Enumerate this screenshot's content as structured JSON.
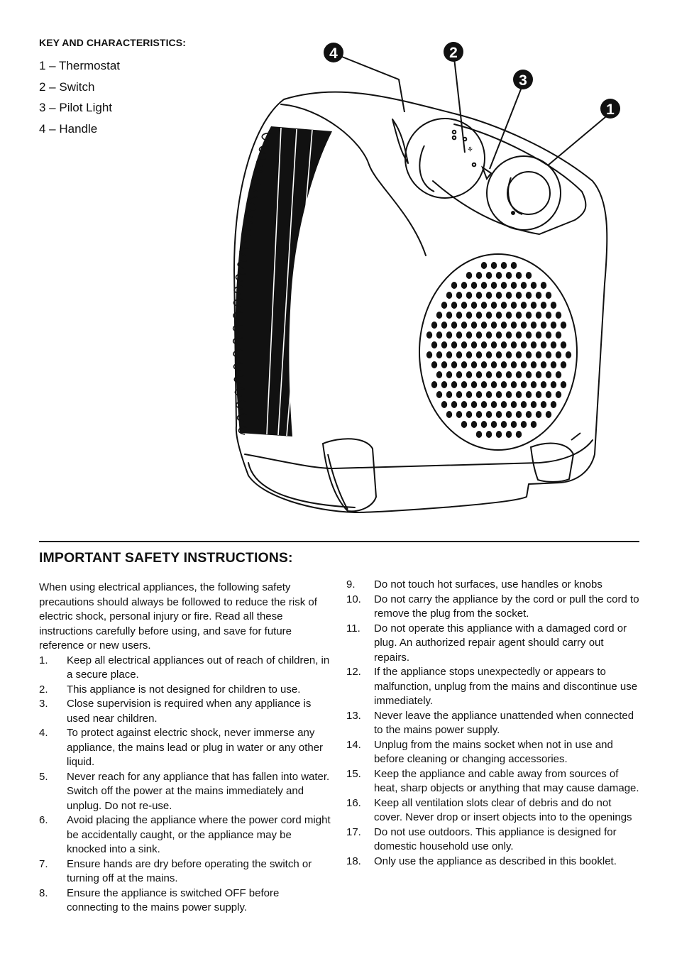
{
  "key": {
    "heading": "KEY AND CHARACTERISTICS:",
    "items": [
      "1 – Thermostat",
      "2 – Switch",
      "3 – Pilot Light",
      "4 – Handle"
    ]
  },
  "figure": {
    "callouts": [
      "4",
      "2",
      "3",
      "1"
    ]
  },
  "safety": {
    "title": "IMPORTANT SAFETY INSTRUCTIONS:",
    "intro": "When using electrical appliances, the following safety precautions should always be followed to reduce the risk of electric shock, personal injury or fire. Read all these instructions carefully before using, and save for future reference or new users.",
    "items": [
      {
        "num": "1.",
        "text": "Keep all electrical appliances out of reach of children, in a secure place."
      },
      {
        "num": "2.",
        "text": "This appliance is not designed for children to use."
      },
      {
        "num": "3.",
        "text": "Close supervision is required when any appliance is used near children."
      },
      {
        "num": "4.",
        "text": "To protect against electric shock, never immerse any appliance, the mains lead or plug in water or any other liquid."
      },
      {
        "num": "5.",
        "text": "Never reach for any appliance that has fallen into water. Switch off the power at the mains immediately and unplug. Do not re-use."
      },
      {
        "num": "6.",
        "text": "Avoid placing the appliance where the power cord might be accidentally caught, or the appliance may be knocked into a sink."
      },
      {
        "num": "7.",
        "text": "Ensure hands are dry before operating the switch or turning off at the mains."
      },
      {
        "num": "8.",
        "text": "Ensure the appliance is switched OFF before connecting to the mains power supply."
      },
      {
        "num": "9.",
        "text": "Do not touch hot surfaces, use handles or knobs"
      },
      {
        "num": "10.",
        "text": "Do not carry the appliance by the cord or pull the cord to remove the plug from the socket."
      },
      {
        "num": "11.",
        "text": "Do not operate this appliance with a damaged cord or plug. An authorized repair agent should carry out repairs."
      },
      {
        "num": "12.",
        "text": "If the appliance stops unexpectedly or appears to malfunction, unplug from the mains and discontinue use immediately."
      },
      {
        "num": "13.",
        "text": "Never leave the appliance unattended when connected to the mains power supply."
      },
      {
        "num": "14.",
        "text": "Unplug from the mains socket when not in use and before cleaning or changing accessories."
      },
      {
        "num": "15.",
        "text": "Keep the appliance and cable away from sources of heat, sharp objects or anything that may cause damage."
      },
      {
        "num": "16.",
        "text": "Keep all ventilation slots clear of debris and do not cover. Never drop or insert objects into to the openings"
      },
      {
        "num": "17.",
        "text": "Do not use outdoors. This appliance is designed for domestic household use only."
      },
      {
        "num": "18.",
        "text": "Only use the appliance as described in this booklet."
      }
    ]
  }
}
